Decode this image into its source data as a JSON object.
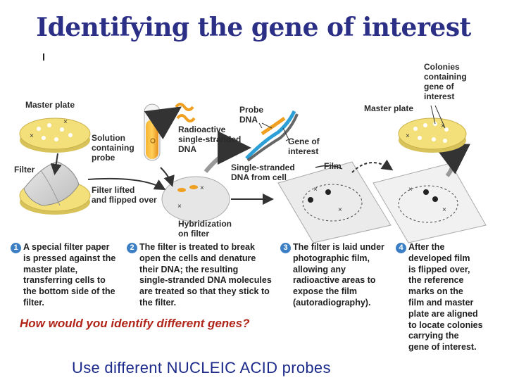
{
  "title": "Identifying the gene of interest",
  "labels": {
    "master_plate_left": "Master plate",
    "master_plate_right": "Master plate",
    "solution": [
      "Solution",
      "containing",
      "probe"
    ],
    "filter": "Filter",
    "filter_lifted": [
      "Filter lifted",
      "and flipped over"
    ],
    "radioactive": [
      "Radioactive",
      "single-stranded",
      "DNA"
    ],
    "probe_dna": [
      "Probe",
      "DNA"
    ],
    "gene_of_interest": [
      "Gene of",
      "interest"
    ],
    "single_stranded": [
      "Single-stranded",
      "DNA from cell"
    ],
    "film": "Film",
    "hybridization": [
      "Hybridization",
      "on filter"
    ],
    "colonies": [
      "Colonies",
      "containing",
      "gene of",
      "interest"
    ]
  },
  "steps": [
    {
      "number": "1",
      "lines": [
        "A special filter paper",
        "is pressed against the",
        "master plate,",
        "transferring cells to",
        "the bottom side of the",
        "filter."
      ]
    },
    {
      "number": "2",
      "lines": [
        "The filter is treated to break",
        "open the cells and denature",
        "their DNA; the resulting",
        "single-stranded DNA molecules",
        "are treated so that they stick to",
        "the filter."
      ]
    },
    {
      "number": "3",
      "lines": [
        "The filter is laid under",
        "photographic film,",
        "allowing any",
        "radioactive areas to",
        "expose the film",
        "(autoradiography)."
      ]
    },
    {
      "number": "4",
      "lines": [
        "After the",
        "developed film",
        "is flipped over,",
        "the reference",
        "marks on the",
        "film and master",
        "plate are aligned",
        "to locate colonies",
        "carrying the",
        "gene of interest."
      ]
    }
  ],
  "question": "How would you identify different genes?",
  "answer": "Use different NUCLEIC ACID probes",
  "colors": {
    "title": "#2b2f86",
    "question": "#b0241a",
    "answer": "#1b2a8a",
    "step_badge": "#3c7fc4",
    "plate": "#f3e07a",
    "probe": "#f0a020"
  }
}
